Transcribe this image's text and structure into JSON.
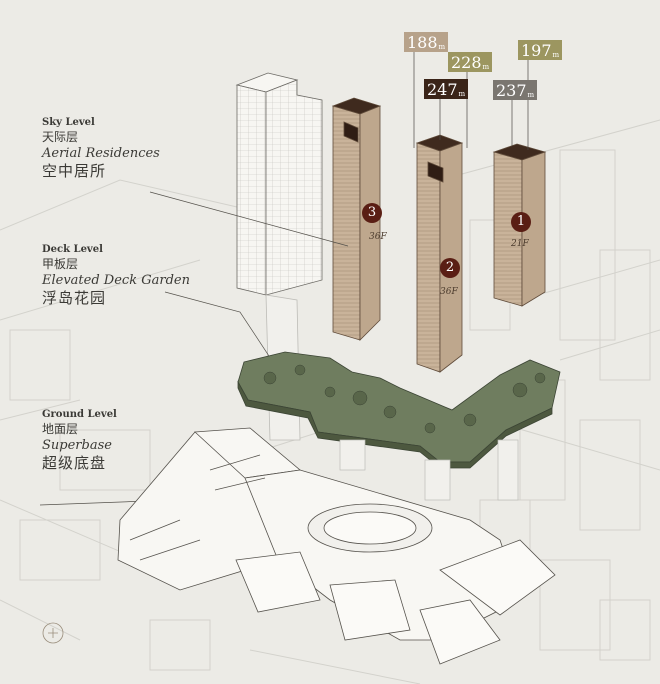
{
  "levels": [
    {
      "en": "Sky Level",
      "zh": "天际层",
      "sub_en": "Aerial Residences",
      "sub_zh": "空中居所"
    },
    {
      "en": "Deck Level",
      "zh": "甲板层",
      "sub_en": "Elevated Deck Garden",
      "sub_zh": "浮岛花园"
    },
    {
      "en": "Ground Level",
      "zh": "地面层",
      "sub_en": "Superbase",
      "sub_zh": "超级底盘"
    }
  ],
  "towers": [
    {
      "number": "3",
      "floors": "36F"
    },
    {
      "number": "2",
      "floors": "36F"
    },
    {
      "number": "1",
      "floors": "21F"
    }
  ],
  "height_tags": [
    {
      "value": "188",
      "unit": "m"
    },
    {
      "value": "228",
      "unit": "m"
    },
    {
      "value": "247",
      "unit": "m"
    },
    {
      "value": "197",
      "unit": "m"
    },
    {
      "value": "237",
      "unit": "m"
    }
  ],
  "colors": {
    "background": "#ecebe6",
    "tower": "#c9b39a",
    "deck": "#6f7d5f",
    "badge": "#5a1e14"
  }
}
